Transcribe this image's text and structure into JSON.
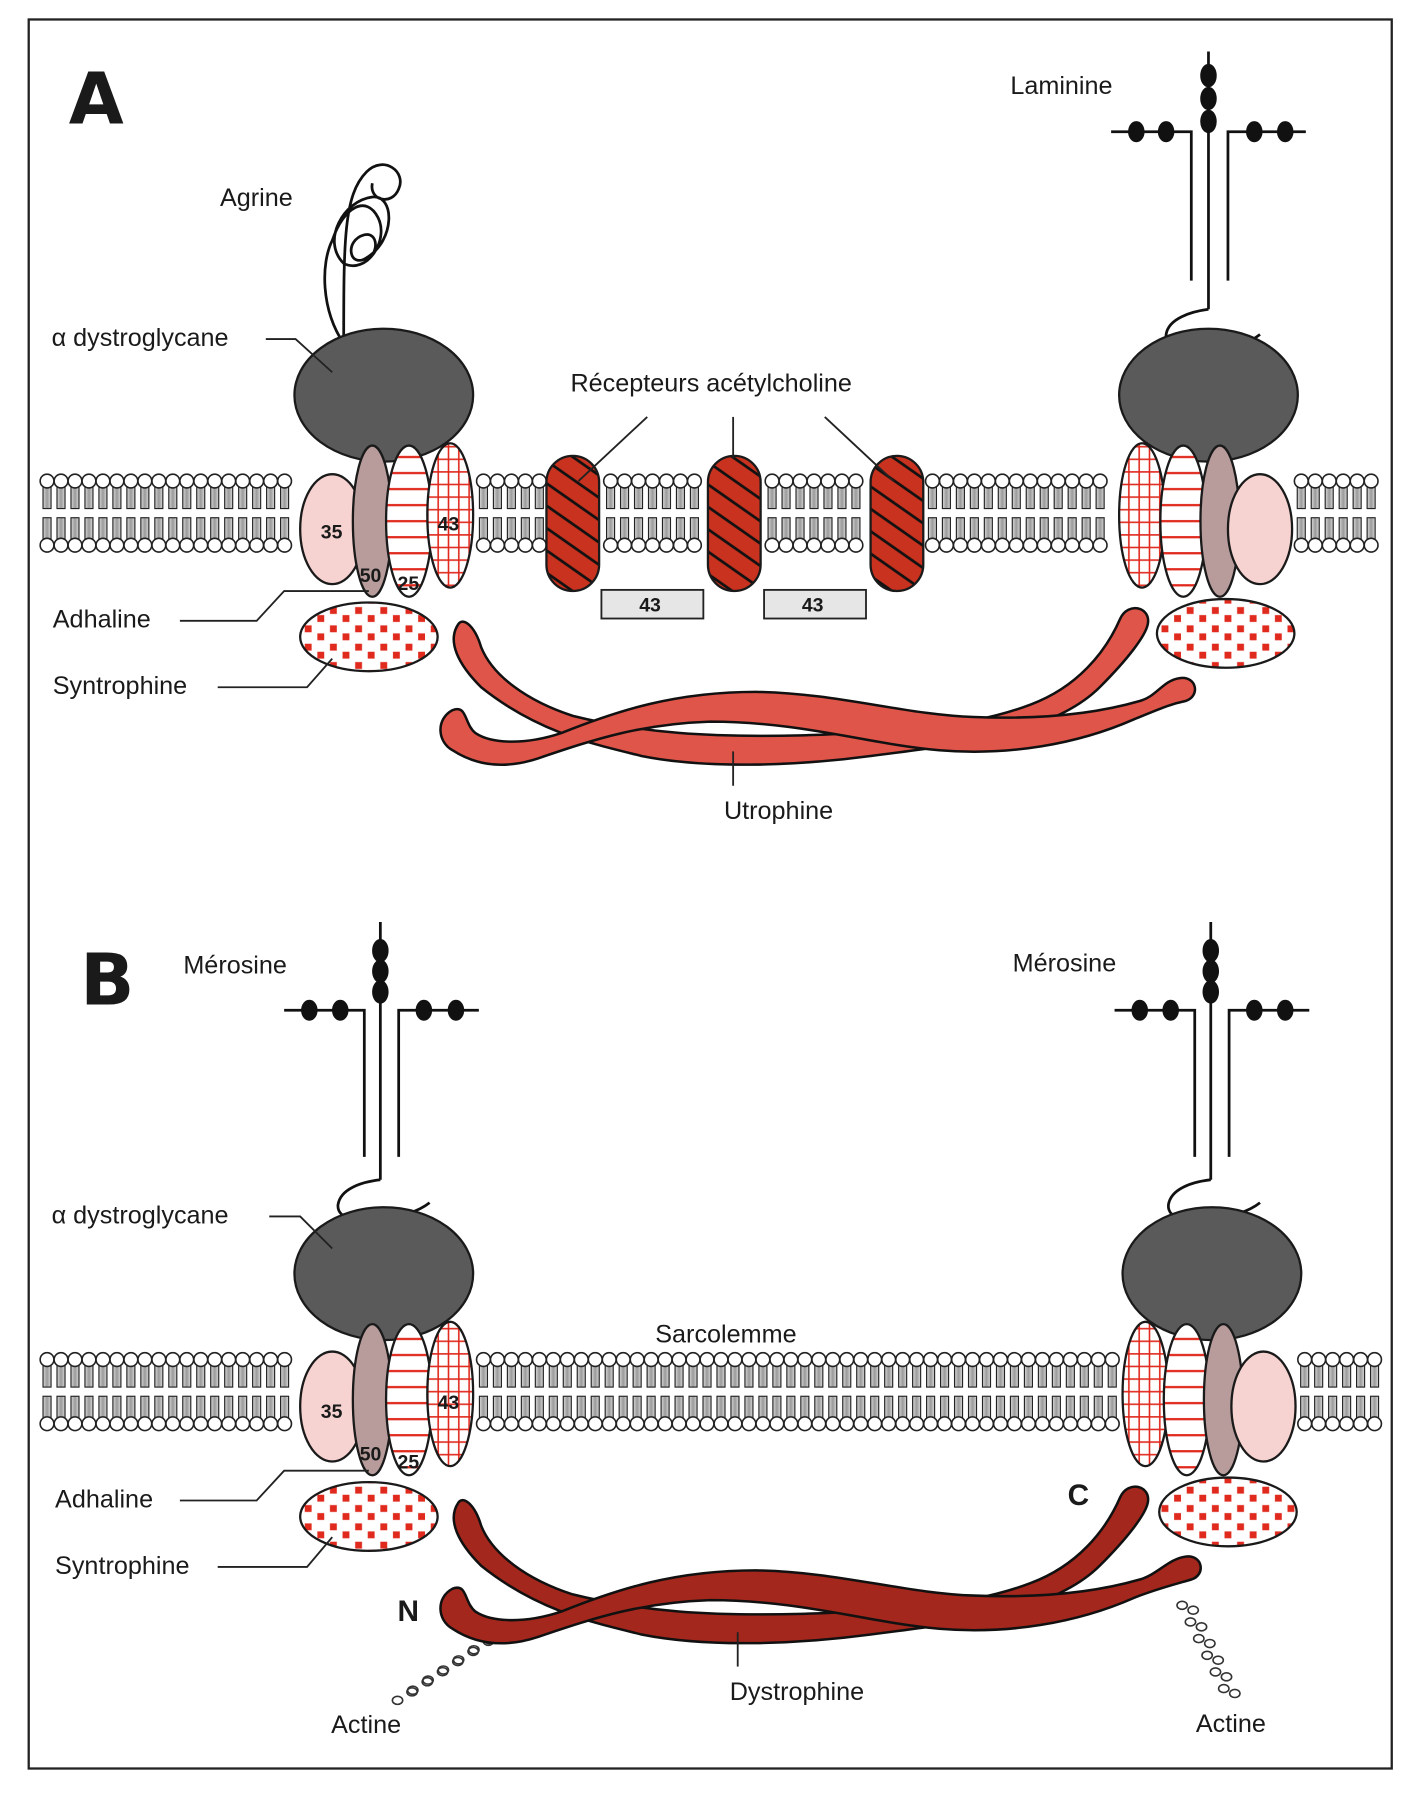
{
  "figure": {
    "panel_a": {
      "letter": "A",
      "labels": {
        "agrine": "Agrine",
        "laminine": "Laminine",
        "alpha_dystroglycane": "α dystroglycane",
        "recepteurs": "Récepteurs acétylcholine",
        "adhaline": "Adhaline",
        "syntrophine": "Syntrophine",
        "utrophine": "Utrophine"
      },
      "complex_numbers": {
        "p35": "35",
        "p50": "50",
        "p25": "25",
        "p43": "43"
      },
      "receptor_boxes": [
        "43",
        "43"
      ]
    },
    "panel_b": {
      "letter": "B",
      "labels": {
        "merosine_left": "Mérosine",
        "merosine_right": "Mérosine",
        "alpha_dystroglycane": "α dystroglycane",
        "sarcolemme": "Sarcolemme",
        "adhaline": "Adhaline",
        "syntrophine": "Syntrophine",
        "dystrophine": "Dystrophine",
        "actine_left": "Actine",
        "actine_right": "Actine",
        "n_terminal": "N",
        "c_terminal": "C"
      },
      "complex_numbers": {
        "p35": "35",
        "p50": "50",
        "p25": "25",
        "p43": "43"
      }
    },
    "colors": {
      "dystroglycan_gray": "#5a5a5a",
      "utrophine_red": "#e0554a",
      "dystrophine_red": "#a3271c",
      "receptor_red": "#c8321f",
      "pattern_red": "#e02a1e",
      "p35_pink": "#f6d3d0",
      "p50_mauve": "#b89c9c",
      "box_gray": "#e6e6e6"
    }
  }
}
